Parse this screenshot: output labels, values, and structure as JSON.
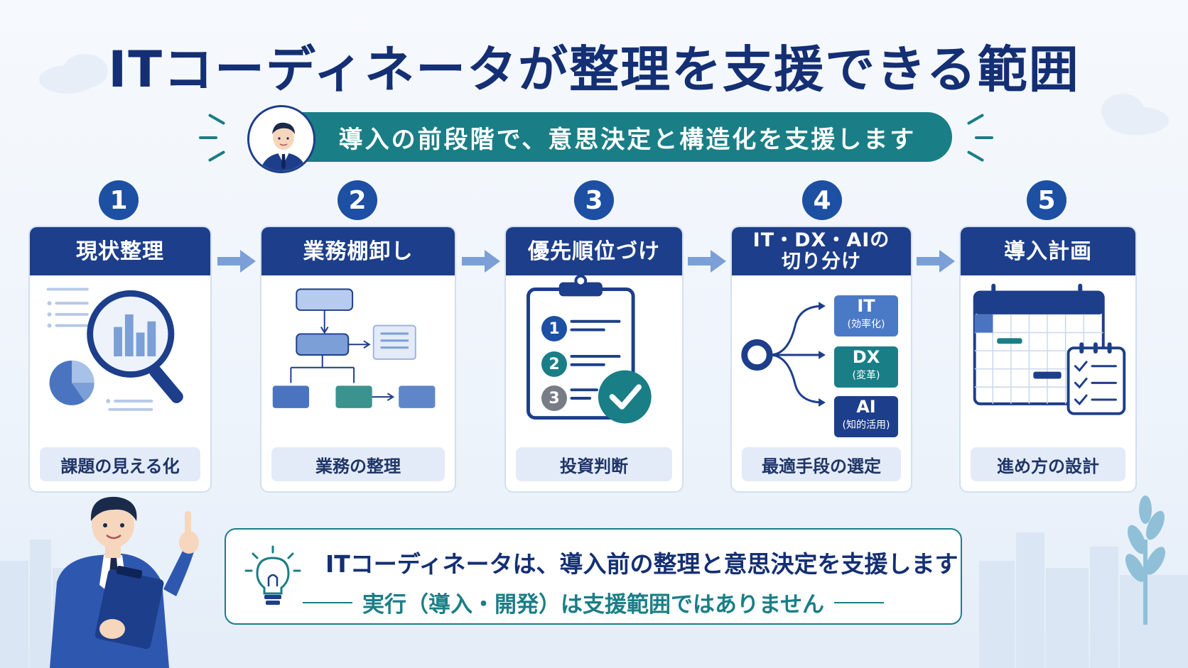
{
  "title": "ITコーディネータが整理を支援できる範囲",
  "subtitle": "導入の前段階で、意思決定と構造化を支援します",
  "colors": {
    "navy": "#1d3e8a",
    "teal": "#1a7e86",
    "blue": "#1d4fa3",
    "light": "#e3ebf8"
  },
  "steps": [
    {
      "num": "1",
      "title": "現状整理",
      "footer": "課題の見える化",
      "icon": "magnifier-chart-icon"
    },
    {
      "num": "2",
      "title": "業務棚卸し",
      "footer": "業務の整理",
      "icon": "flowchart-icon"
    },
    {
      "num": "3",
      "title": "優先順位づけ",
      "footer": "投資判断",
      "icon": "clipboard-checklist-icon",
      "list": [
        "1",
        "2",
        "3"
      ]
    },
    {
      "num": "4",
      "title_line1": "IT・DX・AIの",
      "title_line2": "切り分け",
      "footer": "最適手段の選定",
      "icon": "branch-icon",
      "branches": [
        {
          "label": "IT",
          "sub": "(効率化)"
        },
        {
          "label": "DX",
          "sub": "(変革)"
        },
        {
          "label": "AI",
          "sub": "(知的活用)"
        }
      ]
    },
    {
      "num": "5",
      "title": "導入計画",
      "footer": "進め方の設計",
      "icon": "calendar-plan-icon"
    }
  ],
  "note": {
    "line1": "ITコーディネータは、導入前の整理と意思決定を支援します",
    "line2": "実行（導入・開発）は支援範囲ではありません",
    "icon": "lightbulb-icon"
  }
}
